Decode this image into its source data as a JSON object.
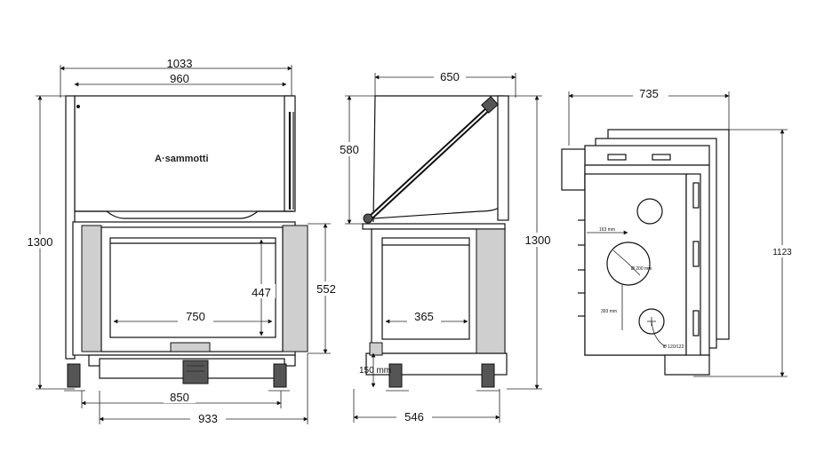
{
  "front": {
    "width_outer": "1033",
    "width_frame": "960",
    "height": "1300",
    "glass_height": "447",
    "opening_height": "552",
    "glass_width": "750",
    "base_width": "850",
    "total_width": "933",
    "logo": "A·sammotti"
  },
  "side": {
    "depth": "650",
    "hood_height": "580",
    "height": "1300",
    "glass_depth": "365",
    "base_depth": "546",
    "foot_height": "150 mm"
  },
  "top": {
    "width": "735",
    "height": "1123",
    "note_163": "163 mm",
    "note_200": "Ø 200 mm",
    "note_393": "393 mm",
    "note_bottom": "Ø 120/122"
  }
}
